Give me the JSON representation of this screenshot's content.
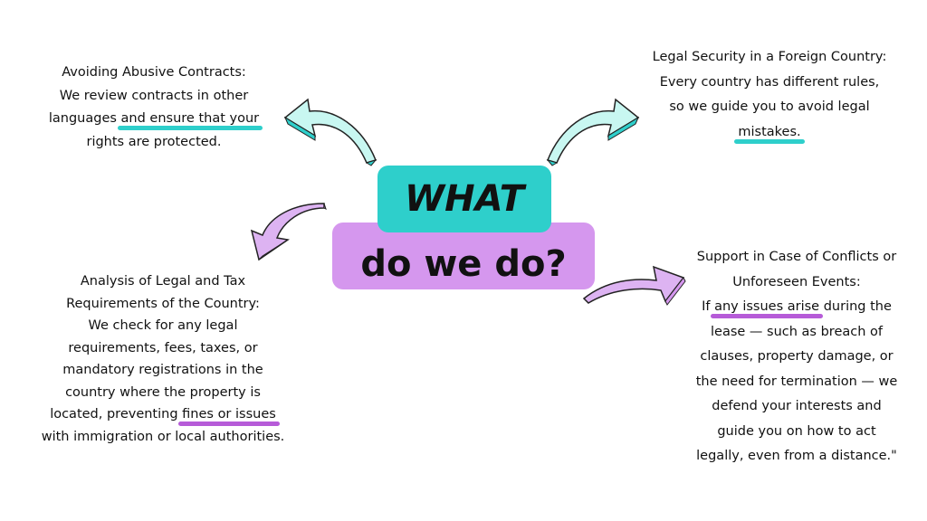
{
  "title": {
    "line1": "WHAT",
    "line2": "do we do?"
  },
  "colors": {
    "teal": "#2ecfcb",
    "teal_light": "#c8f7f1",
    "purple": "#d597ee",
    "purple_light": "#ddb3f2",
    "underline_purple": "#b65bd8"
  },
  "blocks": {
    "top_left": {
      "lines": [
        {
          "pre": "Avoiding Abusive Contracts:"
        },
        {
          "pre": "We review contracts in other"
        },
        {
          "pre": "languages ",
          "hl": "and ensure that your"
        },
        {
          "pre": "rights are protected."
        }
      ]
    },
    "top_right": {
      "lines": [
        {
          "pre": "Legal Security in a Foreign Country:"
        },
        {
          "pre": "Every country has different rules,"
        },
        {
          "pre": "so we guide you to avoid legal"
        },
        {
          "hl": "mistakes."
        }
      ]
    },
    "bottom_left": {
      "lines": [
        {
          "pre": "Analysis of Legal and Tax"
        },
        {
          "pre": "Requirements of the Country:"
        },
        {
          "pre": "We check for any legal"
        },
        {
          "pre": "requirements, fees, taxes, or"
        },
        {
          "pre": "mandatory registrations in the"
        },
        {
          "pre": "country where the property is"
        },
        {
          "pre": "located, preventing ",
          "hl": "fines or issues"
        },
        {
          "pre": "with immigration or local authorities."
        }
      ]
    },
    "bottom_right": {
      "lines": [
        {
          "pre": "Support in Case of Conflicts or"
        },
        {
          "pre": "Unforeseen Events:"
        },
        {
          "pre": "If ",
          "hl": "any issues arise",
          "post": " during the"
        },
        {
          "pre": "lease — such as breach of"
        },
        {
          "pre": "clauses, property damage, or"
        },
        {
          "pre": "the need for termination — we"
        },
        {
          "pre": "defend your interests and"
        },
        {
          "pre": "guide you on how to act"
        },
        {
          "pre": "legally, even from a distance.\""
        }
      ]
    }
  }
}
